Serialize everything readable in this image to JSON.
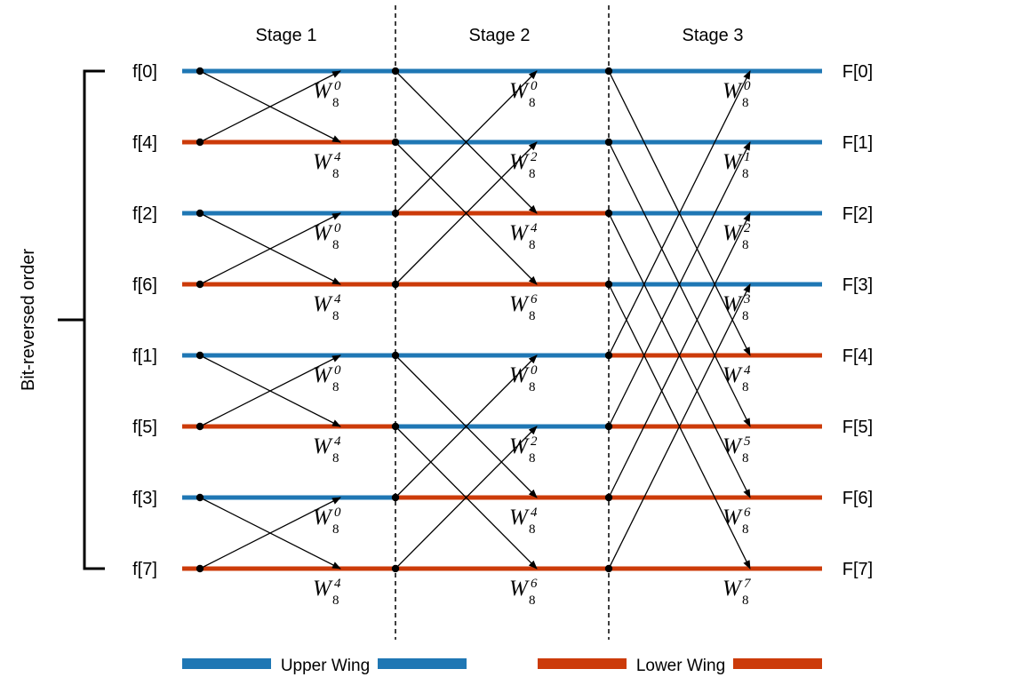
{
  "stages": [
    "Stage 1",
    "Stage 2",
    "Stage 3"
  ],
  "inputs": [
    "f[0]",
    "f[4]",
    "f[2]",
    "f[6]",
    "f[1]",
    "f[5]",
    "f[3]",
    "f[7]"
  ],
  "outputs": [
    "F[0]",
    "F[1]",
    "F[2]",
    "F[3]",
    "F[4]",
    "F[5]",
    "F[6]",
    "F[7]"
  ],
  "side_label": "Bit-reversed order",
  "twiddle_base": "W",
  "twiddle_sub": "8",
  "stage1_twiddles": [
    "0",
    "4",
    "0",
    "4",
    "0",
    "4",
    "0",
    "4"
  ],
  "stage2_twiddles": [
    "0",
    "2",
    "4",
    "6",
    "0",
    "2",
    "4",
    "6"
  ],
  "stage3_twiddles": [
    "0",
    "1",
    "2",
    "3",
    "4",
    "5",
    "6",
    "7"
  ],
  "legend": {
    "upper": "Upper Wing",
    "lower": "Lower Wing"
  },
  "colors": {
    "upper": "#1f77b4",
    "lower": "#cc3b0a",
    "line": "#000000"
  },
  "wing_colors": {
    "stage1": [
      "upper",
      "lower",
      "upper",
      "lower",
      "upper",
      "lower",
      "upper",
      "lower"
    ],
    "stage2": [
      "upper",
      "upper",
      "lower",
      "lower",
      "upper",
      "upper",
      "lower",
      "lower"
    ],
    "stage3": [
      "upper",
      "upper",
      "upper",
      "upper",
      "lower",
      "lower",
      "lower",
      "lower"
    ]
  }
}
